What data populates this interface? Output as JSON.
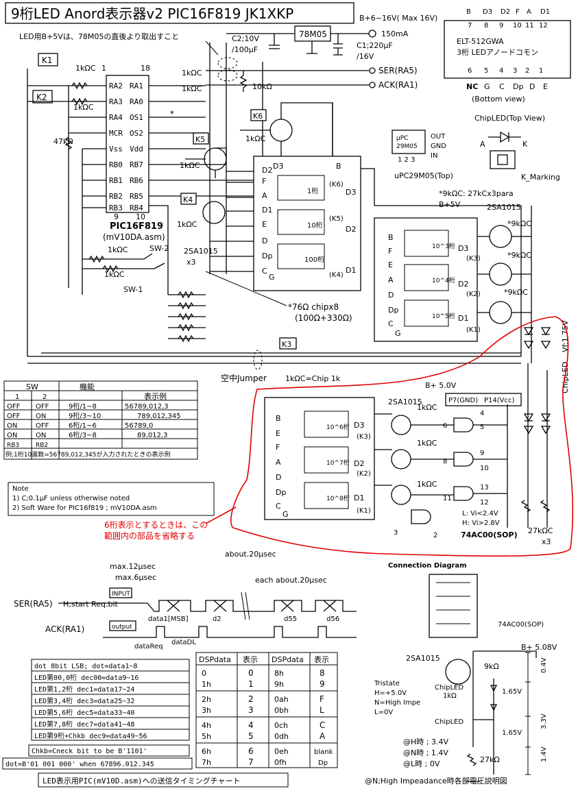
{
  "title": "9桁LED Anord表示器v2  PIC16F819  JK1XKP",
  "notes_top": {
    "vcc_note": "LED用B+5Vは、78M05の直後より取出すこと",
    "c2": "C2;10V",
    "c2b": "/100μF",
    "regulator": "78M05",
    "supply": "B+6~16V( Max 16V)",
    "current": "150mA",
    "c1": "C1;220μF",
    "c1b": "/16V",
    "ser": "SER(RA5)",
    "ack": "ACK(RA1)",
    "r10k": "10kΩ",
    "k1": "K1",
    "k2": "K2",
    "k6": "K6",
    "k5": "K5",
    "k4": "K4",
    "k3": "K3"
  },
  "pic": {
    "label": "PIC16F819",
    "sub": "(mV10DA.asm)",
    "pin1": "1",
    "pin18": "18",
    "pin9": "9",
    "pin10": "10",
    "left_pins": [
      "RA2",
      "RA3",
      "RA4",
      "MCR",
      "Vss",
      "RB0",
      "RB1",
      "RB2",
      "RB3"
    ],
    "right_pins": [
      "RA1",
      "RA0",
      "OS1",
      "OS2",
      "Vdd",
      "RB7",
      "RB6",
      "RB5",
      "RB4"
    ],
    "r1": "1kΩC",
    "r2": "1kΩC",
    "r47": "47kΩ",
    "r_right1": "1kΩC",
    "r_right2": "1kΩC",
    "ast": "*",
    "sw2": "SW-2",
    "sw1": "SW-1",
    "r3": "1kΩC",
    "r4": "1kΩC"
  },
  "transistors": {
    "r_k6": "1kΩC",
    "r_k5": "1kΩC",
    "r_k4": "1kΩC",
    "label": "2SA1015",
    "x3": "x3"
  },
  "display1": {
    "pins": [
      "D2",
      "F",
      "A",
      "D1",
      "E",
      "D",
      "Dp",
      "C",
      "G"
    ],
    "top": [
      "D3",
      "B"
    ],
    "digits": [
      "1桁",
      "10桁",
      "100桁"
    ],
    "k": [
      "(K6)",
      "(K5)",
      "(K4)"
    ],
    "d": [
      "D3",
      "D2",
      "D1"
    ]
  },
  "resistors_chip": {
    "note": "*76Ω chipx8",
    "note2": "(100Ω+330Ω)"
  },
  "ic_top_right": {
    "pin_top": [
      "B",
      "D3",
      "D2",
      "F",
      "A",
      "D1"
    ],
    "pin_top_n": [
      "7",
      "8",
      "9",
      "10",
      "11",
      "12"
    ],
    "name": "ELT-512GWA",
    "desc": "3桁 LEDアノードコモン",
    "pin_bot_n": [
      "6",
      "5",
      "4",
      "3",
      "2",
      "1"
    ],
    "pin_bot": [
      "NC",
      "G",
      "C",
      "Dp",
      "D",
      "E"
    ],
    "view": "(Bottom view)"
  },
  "chipled": {
    "title": "ChipLED(Top View)",
    "a": "A",
    "k": "K",
    "marking": "K_Marking"
  },
  "upc": {
    "chip": "μPC",
    "chip2": "29M05",
    "pins": [
      "OUT",
      "GND",
      "IN"
    ],
    "nums": "1 2 3",
    "label": "uPC29M05(Top)"
  },
  "display2": {
    "note": "*9kΩC: 27kCx3para",
    "bplus": "B+5V",
    "tr": "2SA1015",
    "r9k": "*9kΩC",
    "pins": [
      "B",
      "F",
      "E",
      "A",
      "D",
      "Dp",
      "C",
      "G"
    ],
    "digits": [
      "10^3桁",
      "10^4桁",
      "10^5桁"
    ],
    "k": [
      "(K3)",
      "(K2)",
      "(K1)"
    ],
    "d": [
      "D3",
      "D2",
      "D1"
    ],
    "vf": "Vf:1.75V",
    "chipled": "ChipLED"
  },
  "jumper": {
    "label": "空中Jumper",
    "chip": "1kΩC=Chip 1k"
  },
  "sw_table": {
    "headers": [
      "SW",
      "",
      "機能",
      "表示例"
    ],
    "sub": [
      "1",
      "2"
    ],
    "rows": [
      [
        "OFF",
        "OFF",
        "9桁/1~8",
        "56789,012,3"
      ],
      [
        "OFF",
        "ON",
        "9桁/3~10",
        "789,012,345"
      ],
      [
        "ON",
        "OFF",
        "6桁/1~6",
        "56789,0"
      ],
      [
        "ON",
        "ON",
        "6桁/3~8",
        "89,012,3"
      ]
    ],
    "rb": [
      "RB3",
      "RB2"
    ],
    "footnote": "例;1桁10進数=56789,012,345が入力されたときの表示例"
  },
  "note": {
    "title": "Note",
    "n1": "1) C;0.1μF  unless otherwise noted",
    "n2": "2) Soft Ware for PIC16f819 ; mV10DA.asm"
  },
  "red_note": {
    "l1": "6桁表示とするときは、この",
    "l2": "範囲内の部品を省略する"
  },
  "lower": {
    "bplus": "B+ 5.0V",
    "p7": "P7(GND)",
    "p14": "P14(Vcc)",
    "tr": "2SA1015",
    "r": "1kΩC",
    "pins_in": [
      "6",
      "8",
      "11"
    ],
    "pins_out": [
      "4",
      "5",
      "9",
      "10",
      "13",
      "12"
    ],
    "nand": [
      "3",
      "2"
    ],
    "vil": "L: Vi<2.4V",
    "vih": "H: Vi>2.8V",
    "ic": "74AC00(SOP)",
    "r27": "27kΩC",
    "x3": "x3",
    "digits": [
      "10^6桁",
      "10^7桁",
      "10^8桁"
    ],
    "k": [
      "(K3)",
      "(K2)",
      "(K1)"
    ],
    "d": [
      "D3",
      "D2",
      "D1"
    ],
    "pins": [
      "B",
      "E",
      "F",
      "A",
      "D",
      "Dp",
      "C",
      "G"
    ]
  },
  "timing": {
    "t1": "max.12μsec",
    "t2": "max.6μsec",
    "t3": "about.20μsec",
    "t4": "each about.20μsec",
    "input": "INPUT",
    "output": "output",
    "ser": "SER(RA5)",
    "h": "H;start Req.bit",
    "ack": "ACK(RA1)",
    "data1": "data1[MSB]",
    "d2": "d2",
    "d55": "d55",
    "d56": "d56",
    "dreq": "dataReq",
    "ddl": "dataDL"
  },
  "conn": {
    "title": "Connection Diagram",
    "ic": "74AC00(SOP)"
  },
  "data_table": {
    "rows": [
      "dot 8bit    LSB; dot=data1~8",
      "LED第00,0桁   dec00=data9~16",
      "LED第1,2桁    dec1=data17~24",
      "LED第3,4桁    dec3=data25~32",
      "LED第5,6桁    dec5=data33~40",
      "LED第7,8桁    dec7=data41~48",
      "LED第9桁+Chkb  dec9=data49~56"
    ],
    "chkb": "Chkb=Cneck bit to be B'1101'",
    "dot": "dot=B'01 001 000' when 67896.012.345"
  },
  "dsp_table": {
    "headers": [
      "DSPdata",
      "表示",
      "DSPdata",
      "表示"
    ],
    "rows": [
      [
        "0",
        "0",
        "8h",
        "8"
      ],
      [
        "1h",
        "1",
        "9h",
        "9"
      ],
      [
        "2h",
        "2",
        "0ah",
        "F"
      ],
      [
        "3h",
        "3",
        "0bh",
        "L"
      ],
      [
        "4h",
        "4",
        "0ch",
        "C"
      ],
      [
        "5h",
        "5",
        "0dh",
        "A"
      ],
      [
        "6h",
        "6",
        "0eh",
        "blank"
      ],
      [
        "7h",
        "7",
        "0fh",
        "Dp"
      ]
    ]
  },
  "caption": "LED表示用PIC(mV10D.asm)への送信タイミングチャート",
  "tristate": {
    "tr": "2SA1015",
    "bplus": "B+ 5.08V",
    "r9k": "9kΩ",
    "label1": "Tristate",
    "h": "H=+5.0V",
    "n": "N=High Impe",
    "l": "L=0V",
    "r1k": "1kΩ",
    "chipled": "ChipLED",
    "chipled2": "ChipLED",
    "v04": "0.4V",
    "v165a": "1.65V",
    "v33": "3.3V",
    "v165b": "1.65V",
    "v14": "1.4V",
    "r27": "27kΩ",
    "ah": "@H時 ; 3.4V",
    "an": "@N時 ; 1.4V",
    "al": "@L時 ; 0V",
    "caption": "@N;High Impeadance時各部電圧説明図"
  }
}
